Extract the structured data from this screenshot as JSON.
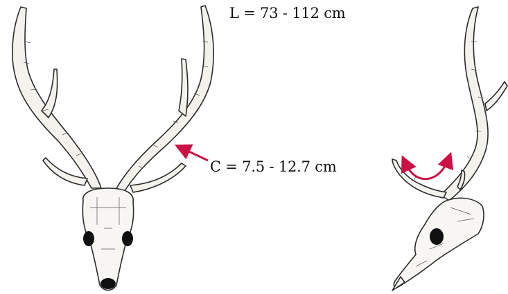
{
  "labels": {
    "length": "L = 73 - 112 cm",
    "circumference": "C = 7.5 - 12.7 cm"
  },
  "colors": {
    "arrow": "#cc1144",
    "ink": "#111111",
    "bone": "#f4f2ec"
  },
  "figures": {
    "front_view": "antlered-skull-front",
    "side_view": "antlered-skull-side"
  }
}
